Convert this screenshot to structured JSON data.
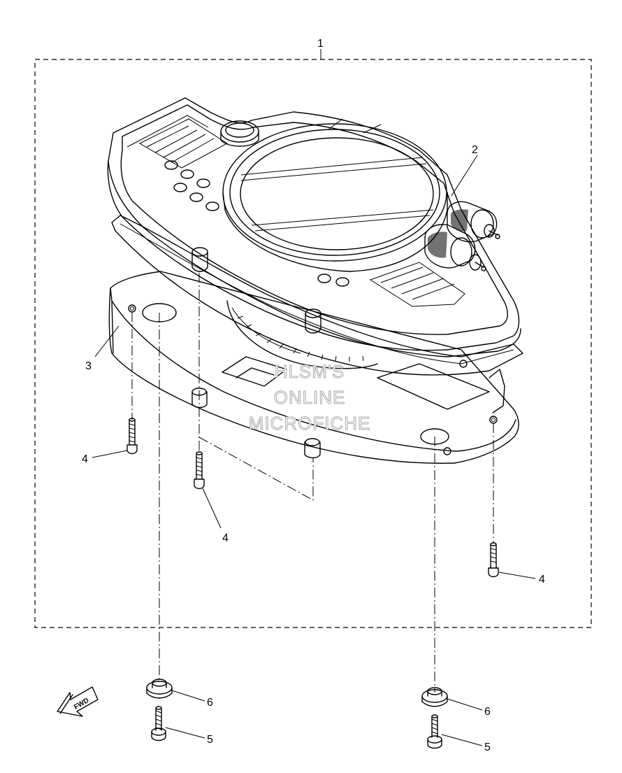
{
  "diagram": {
    "callouts": {
      "c1": "1",
      "c2": "2",
      "c3": "3",
      "c4a": "4",
      "c4b": "4",
      "c4c": "4",
      "c5a": "5",
      "c5b": "5",
      "c6a": "6",
      "c6b": "6"
    },
    "watermark": {
      "line1": "HLSM'S",
      "line2": "ONLINE",
      "line3": "MICROFICHE"
    },
    "fwd_label": "FWD",
    "colors": {
      "ink": "#000000",
      "watermark_outline": "#a8a8a8",
      "background": "#ffffff"
    }
  }
}
